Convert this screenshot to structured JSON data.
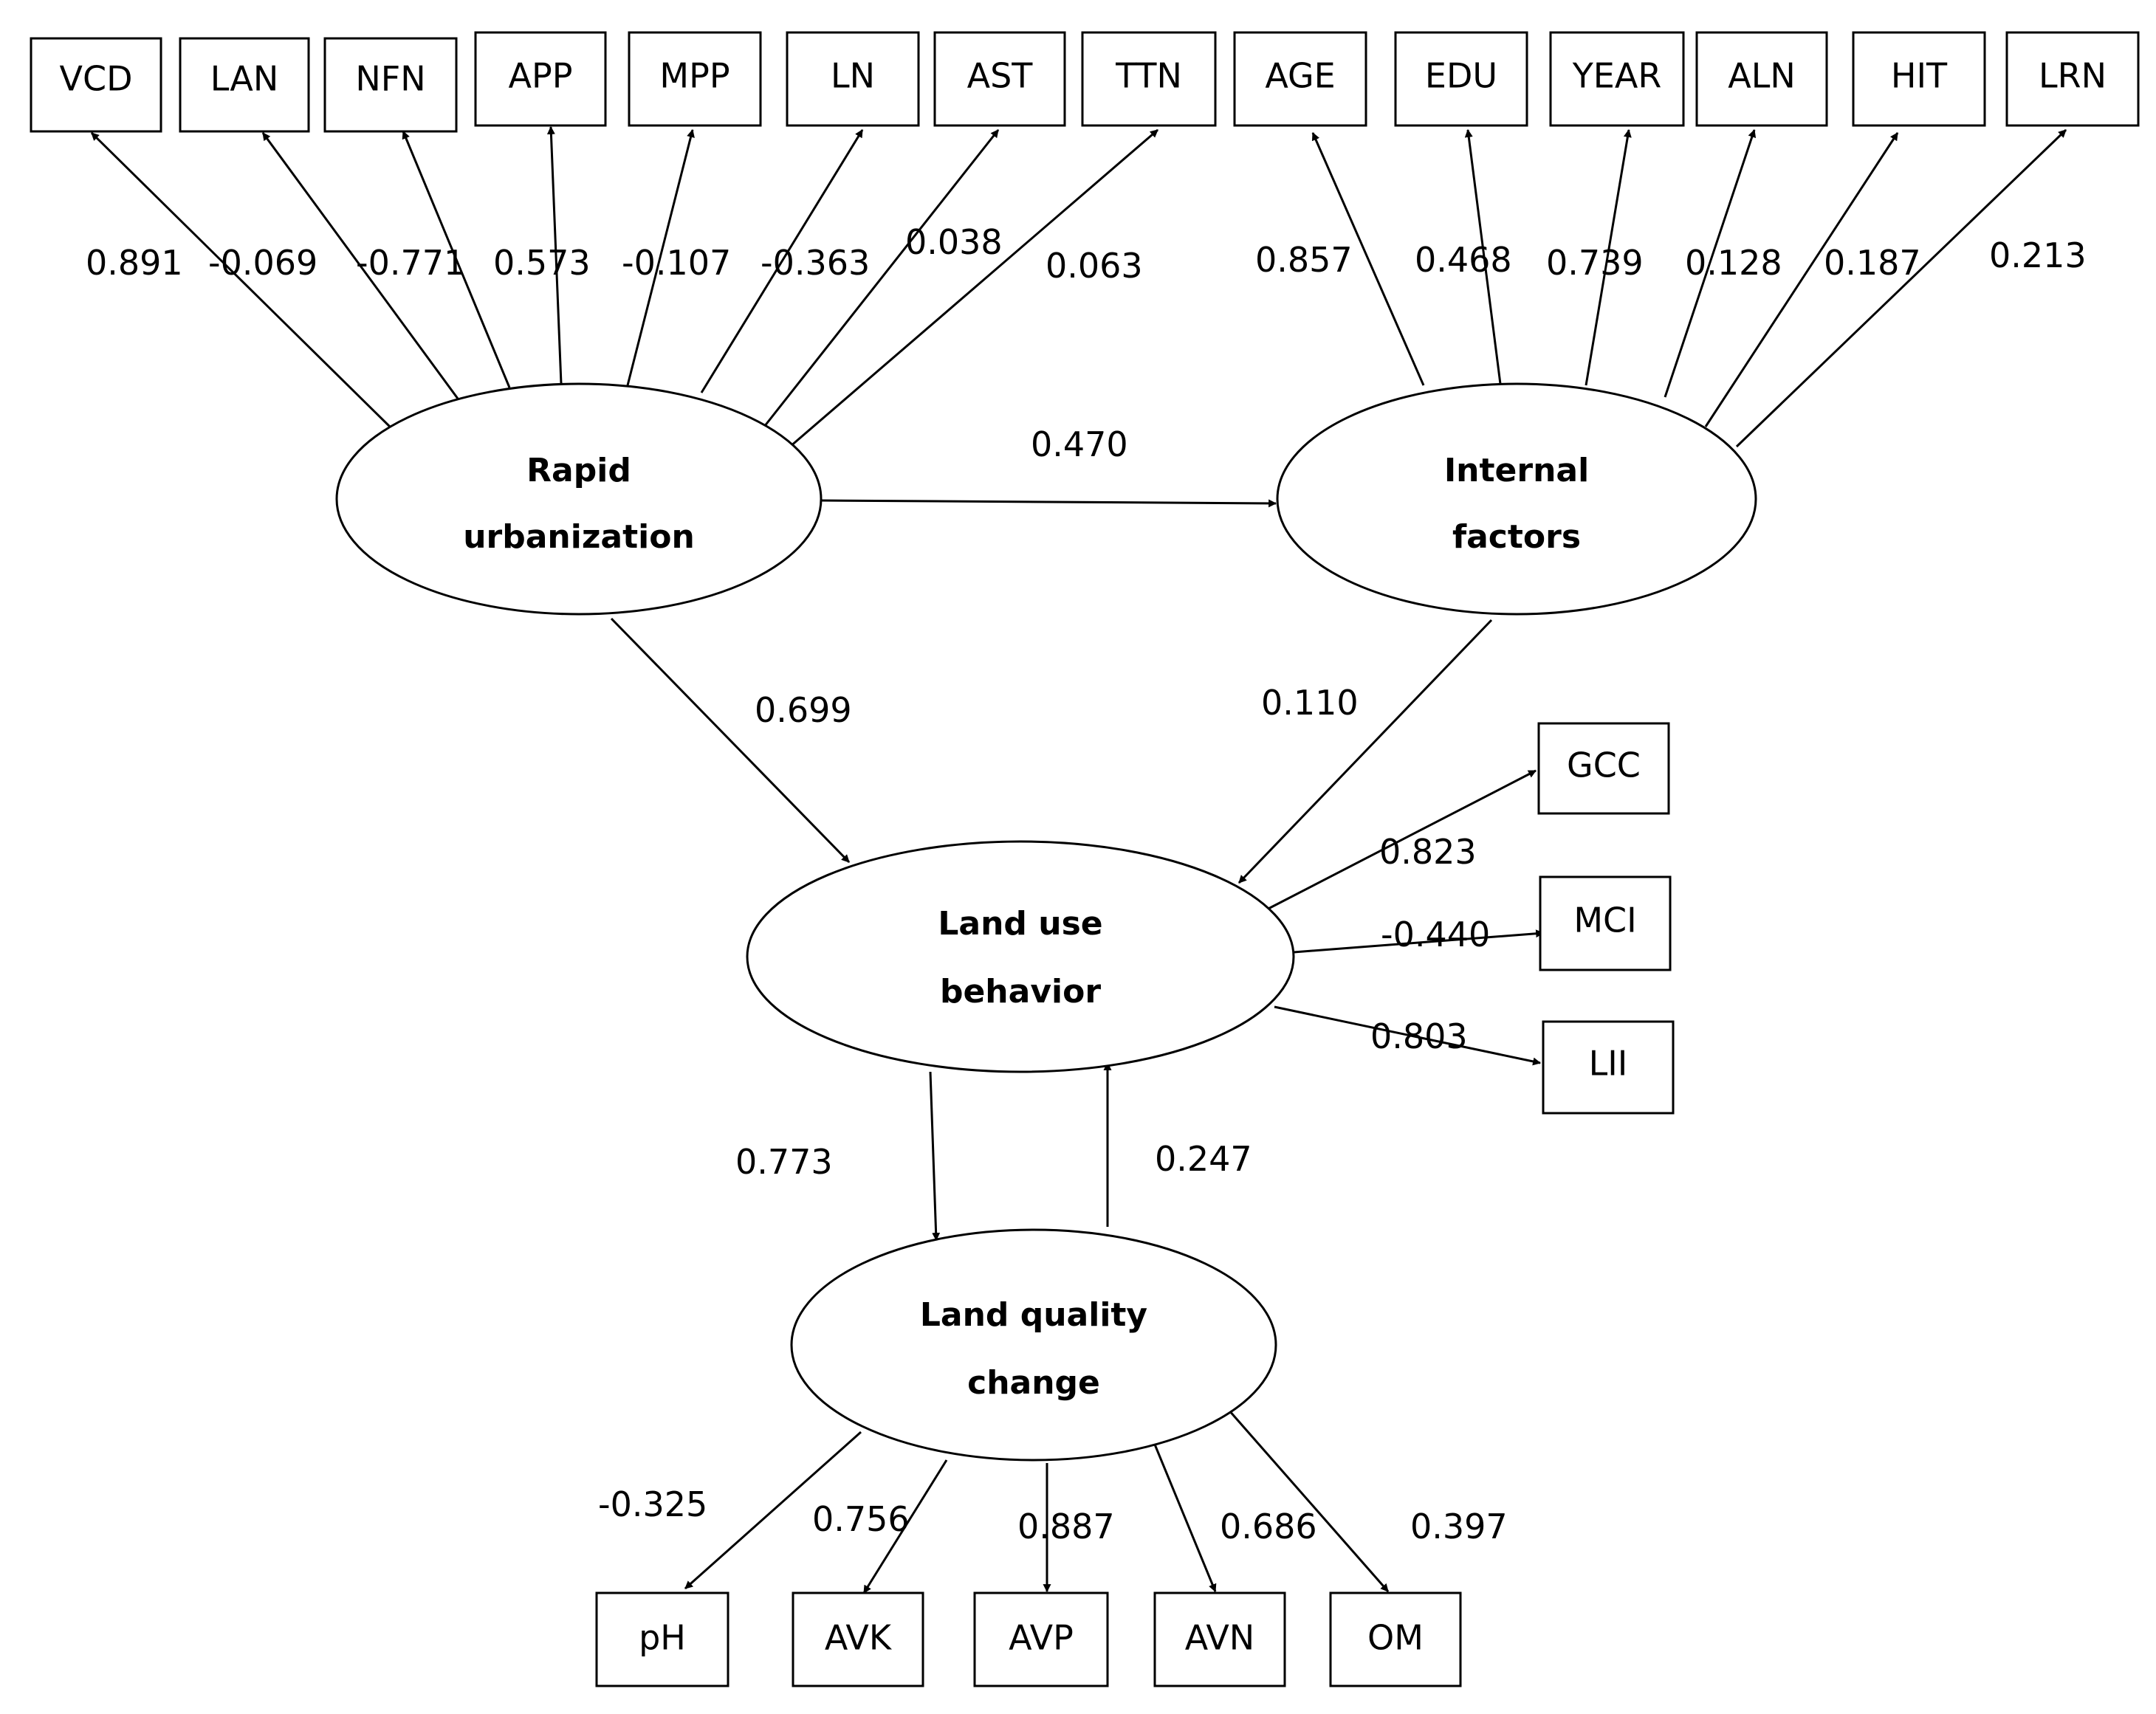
{
  "indicators": {
    "urbanization": [
      "VCD",
      "LAN",
      "NFN",
      "APP",
      "MPP",
      "LN",
      "AST",
      "TTN"
    ],
    "internal": [
      "AGE",
      "EDU",
      "YEAR",
      "ALN",
      "HIT",
      "LRN"
    ],
    "behavior": [
      "GCC",
      "MCI",
      "LII"
    ],
    "quality": [
      "pH",
      "AVK",
      "AVP",
      "AVN",
      "OM"
    ]
  },
  "latents": {
    "urbanization": [
      "Rapid",
      "urbanization"
    ],
    "internal": [
      "Internal",
      "factors"
    ],
    "behavior": [
      "Land use",
      "behavior"
    ],
    "quality": [
      "Land quality",
      "change"
    ]
  },
  "loadings": {
    "urbanization": [
      "0.891",
      "-0.069",
      "-0.771",
      "0.573",
      "-0.107",
      "-0.363",
      "0.038",
      "0.063"
    ],
    "internal": [
      "0.857",
      "0.468",
      "0.739",
      "0.128",
      "0.187",
      "0.213"
    ],
    "behavior": [
      "0.823",
      "-0.440",
      "0.803"
    ],
    "quality": [
      "-0.325",
      "0.756",
      "0.887",
      "0.686",
      "0.397"
    ]
  },
  "paths": {
    "urbanization_to_internal": "0.470",
    "urbanization_to_behavior": "0.699",
    "internal_to_behavior": "0.110",
    "behavior_to_quality": "0.773",
    "quality_to_behavior": "0.247"
  }
}
